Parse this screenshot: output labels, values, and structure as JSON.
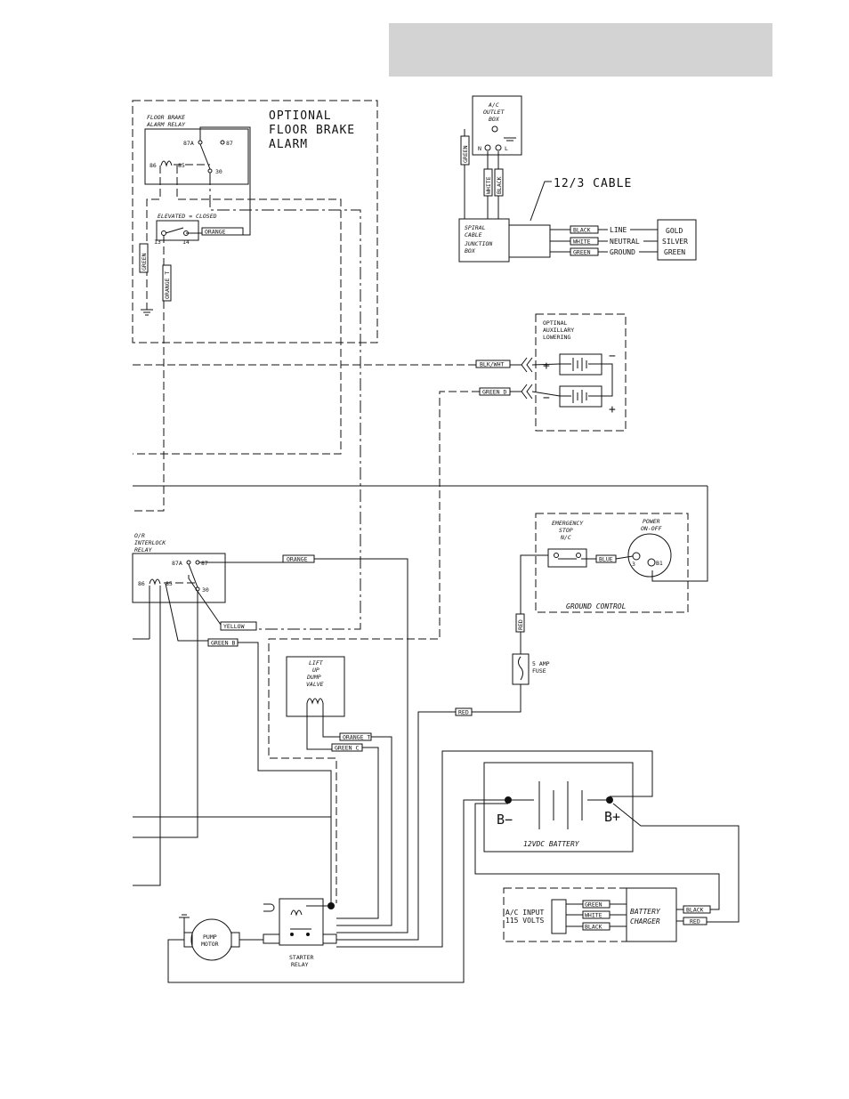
{
  "floor_brake": {
    "title_lines": [
      "OPTIONAL",
      "FLOOR BRAKE",
      "ALARM"
    ],
    "relay_label_lines": [
      "FLOOR BRAKE",
      "ALARM RELAY"
    ],
    "pins": {
      "p87a": "87A",
      "p87": "87",
      "p86": "86",
      "p85": "85",
      "p30": "30"
    },
    "switch_label": "ELEVATED = CLOSED",
    "switch_pins": {
      "p13": "13",
      "p14": "14"
    },
    "wire_orange": "ORANGE",
    "wire_orange_t": "ORANGE T",
    "wire_green": "GREEN"
  },
  "ac_outlet": {
    "box_label_lines": [
      "A/C",
      "OUTLET",
      "BOX"
    ],
    "terminals": {
      "n": "N",
      "l": "L"
    },
    "wires": {
      "green": "GREEN",
      "white": "WHITE",
      "black": "BLACK"
    },
    "cable_label": "12/3 CABLE",
    "junction_lines": [
      "SPIRAL",
      "CABLE",
      "JUNCTION",
      "BOX"
    ],
    "cable_tags": [
      "BLACK",
      "WHITE",
      "GREEN"
    ],
    "cable_functions": [
      "LINE",
      "NEUTRAL",
      "GROUND"
    ],
    "color_box_lines": [
      "GOLD",
      "SILVER",
      "GREEN"
    ]
  },
  "aux_lowering": {
    "label_lines": [
      "OPTINAL",
      "AUXILLARY",
      "LOWERING"
    ],
    "wire_top": "BLK/WHT",
    "wire_bottom": "GREEN D",
    "plus": "+",
    "minus": "−"
  },
  "ground_control": {
    "label": "GROUND CONTROL",
    "estop_lines": [
      "EMERGENCY",
      "STOP",
      "N/C"
    ],
    "power_lines": [
      "POWER",
      "ON-OFF"
    ],
    "wire_blue": "BLUE",
    "pin_3": "3",
    "pin_b1": "B1"
  },
  "interlock": {
    "label_lines": [
      "O/R",
      "INTERLOCK",
      "RELAY"
    ],
    "pins": {
      "p87a": "87A",
      "p87": "87",
      "p86": "86",
      "p85": "85",
      "p30": "30"
    },
    "wire_orange": "ORANGE",
    "wire_yellow": "YELLOW",
    "wire_green_b": "GREEN B"
  },
  "fuse": {
    "wire_red_top": "RED",
    "label_lines": [
      "5 AMP",
      "FUSE"
    ],
    "wire_red_bottom": "RED"
  },
  "valve": {
    "label_lines": [
      "LIFT",
      "UP",
      "DUMP",
      "VALVE"
    ],
    "wire_orange_t": "ORANGE T",
    "wire_green_c": "GREEN C"
  },
  "battery": {
    "neg": "B−",
    "pos": "B+",
    "label": "12VDC BATTERY"
  },
  "charger": {
    "input_lines": [
      "A/C  INPUT",
      "115 VOLTS"
    ],
    "input_tags": [
      "GREEN",
      "WHITE",
      "BLACK"
    ],
    "label_lines": [
      "BATTERY",
      "CHARGER"
    ],
    "out_tags": [
      "BLACK",
      "RED"
    ]
  },
  "motor": {
    "label_lines": [
      "PUMP",
      "MOTOR"
    ]
  },
  "starter": {
    "label_lines": [
      "STARTER",
      "RELAY"
    ]
  }
}
